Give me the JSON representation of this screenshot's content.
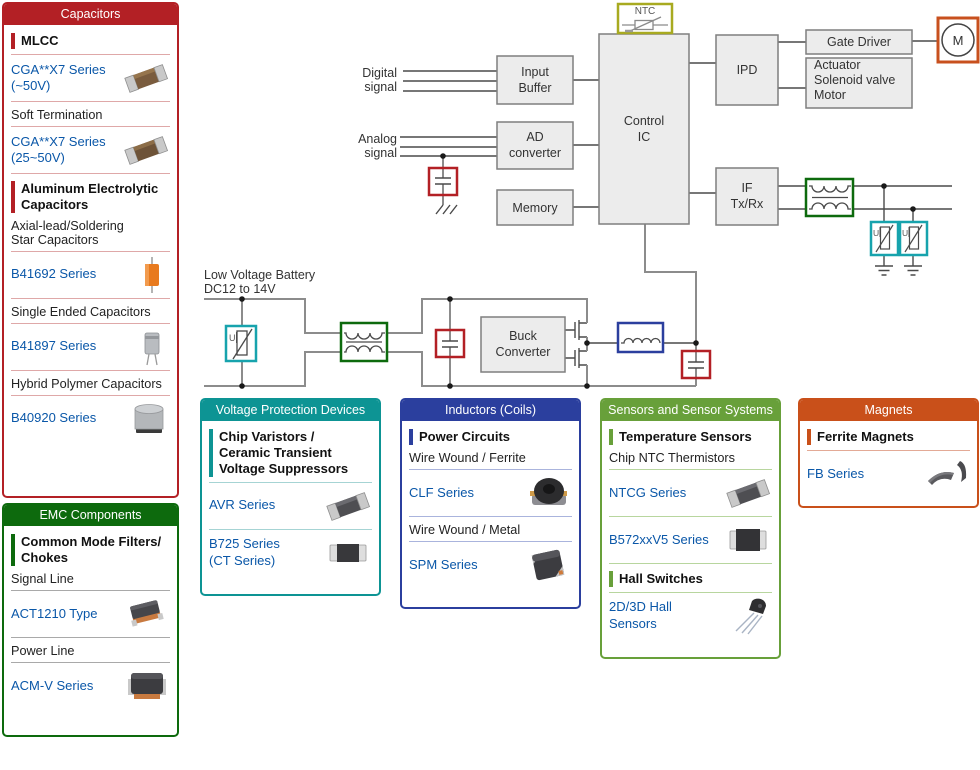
{
  "colors": {
    "capacitors_red": "#b32025",
    "emc_green": "#0d6a0d",
    "vpd_teal": "#0d9494",
    "inductors_blue": "#2b3f9e",
    "sensors_green": "#68a03a",
    "magnets_orange": "#c9501a",
    "varistor_cyan": "#17a3ad",
    "ntc_olive": "#a8aa20",
    "motor_orange": "#c8501e",
    "link_blue": "#0a57a8",
    "block_fill": "#ececec",
    "block_border": "#7f7f7f",
    "wire_dark": "#4a4a4a",
    "wire_gray": "#8c8c8c"
  },
  "capacitors": {
    "title": "Capacitors",
    "mlcc": "MLCC",
    "cga50": [
      "CGA**X7 Series",
      "(~50V)"
    ],
    "soft_termination": "Soft Termination",
    "cga2550": [
      "CGA**X7 Series",
      "(25~50V)"
    ],
    "aluminum": [
      "Aluminum Electrolytic",
      "Capacitors"
    ],
    "axial": [
      "Axial-lead/Soldering",
      "Star Capacitors"
    ],
    "b41692": "B41692 Series",
    "single_ended": "Single Ended Capacitors",
    "b41897": "B41897 Series",
    "hybrid": "Hybrid Polymer Capacitors",
    "b40920": "B40920 Series"
  },
  "emc": {
    "title": "EMC Components",
    "cmf": [
      "Common Mode Filters/",
      "Chokes"
    ],
    "signal_line": "Signal Line",
    "act1210": "ACT1210 Type",
    "power_line": "Power Line",
    "acmv": "ACM-V Series"
  },
  "vpd": {
    "title": "Voltage Protection Devices",
    "section": [
      "Chip Varistors /",
      "Ceramic Transient",
      "Voltage Suppressors"
    ],
    "avr": "AVR Series",
    "b725": [
      "B725 Series",
      "(CT Series)"
    ]
  },
  "inductors": {
    "title": "Inductors (Coils)",
    "power_circuits": "Power Circuits",
    "ferrite": "Wire Wound / Ferrite",
    "clf": "CLF Series",
    "metal": "Wire Wound / Metal",
    "spm": "SPM Series"
  },
  "sensors": {
    "title": "Sensors and Sensor Systems",
    "temperature": "Temperature Sensors",
    "chip_ntc": "Chip NTC Thermistors",
    "ntcg": "NTCG Series",
    "b572": "B572xxV5 Series",
    "hall": "Hall Switches",
    "hall_2d3d": [
      "2D/3D Hall",
      "Sensors"
    ]
  },
  "magnets": {
    "title": "Magnets",
    "ferrite_magnets": "Ferrite Magnets",
    "fb": "FB Series"
  },
  "circuit": {
    "battery_label": [
      "Low Voltage Battery",
      "DC12 to 14V"
    ],
    "digital_label": [
      "Digital",
      "signal"
    ],
    "analog_label": [
      "Analog",
      "signal"
    ],
    "input_buffer": [
      "Input",
      "Buffer"
    ],
    "ad_converter": [
      "AD",
      "converter"
    ],
    "memory": "Memory",
    "control_ic": [
      "Control",
      "IC"
    ],
    "ipd": "IPD",
    "gate_driver": "Gate Driver",
    "actuator": [
      "Actuator",
      "Solenoid valve",
      "Motor"
    ],
    "if_txrx": [
      "IF",
      "Tx/Rx"
    ],
    "buck_converter": [
      "Buck",
      "Converter"
    ],
    "ntc_label": "NTC",
    "motor_label": "M",
    "varistor_label": "U"
  },
  "icons": {
    "mlcc_brown": "mlcc-chip-icon",
    "mlcc_dark": "dark-chip-icon",
    "flat_block": "smd-block-icon",
    "axial_capacitor": "axial-capacitor-icon",
    "radial_capacitor": "radial-capacitor-icon",
    "polymer_capacitor": "polymer-capacitor-icon",
    "signal_cmf": "signal-cmf-icon",
    "power_cmc": "power-cmc-icon",
    "drum_inductor": "drum-inductor-icon",
    "spm_inductor": "spm-inductor-icon",
    "hall_sensor": "hall-sensor-icon",
    "ferrite_magnet": "ferrite-magnet-icon"
  }
}
